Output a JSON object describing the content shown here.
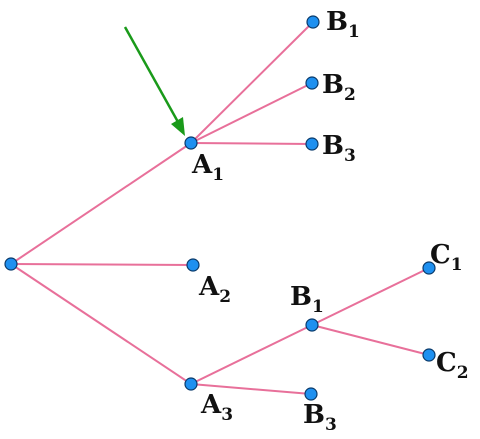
{
  "colors": {
    "edge": "#e8709a",
    "node_fill": "#1e90f0",
    "node_stroke": "#0a3a6a",
    "arrow": "#1a9a1a",
    "label": "#111111"
  },
  "diagram": {
    "labels": {
      "a1": {
        "base": "A",
        "sub": "1"
      },
      "a2": {
        "base": "A",
        "sub": "2"
      },
      "a3": {
        "base": "A",
        "sub": "3"
      },
      "b1_top": {
        "base": "B",
        "sub": "1"
      },
      "b2_top": {
        "base": "B",
        "sub": "2"
      },
      "b3_top": {
        "base": "B",
        "sub": "3"
      },
      "b1_low": {
        "base": "B",
        "sub": "1"
      },
      "b3_low": {
        "base": "B",
        "sub": "3"
      },
      "c1": {
        "base": "C",
        "sub": "1"
      },
      "c2": {
        "base": "C",
        "sub": "2"
      }
    }
  }
}
